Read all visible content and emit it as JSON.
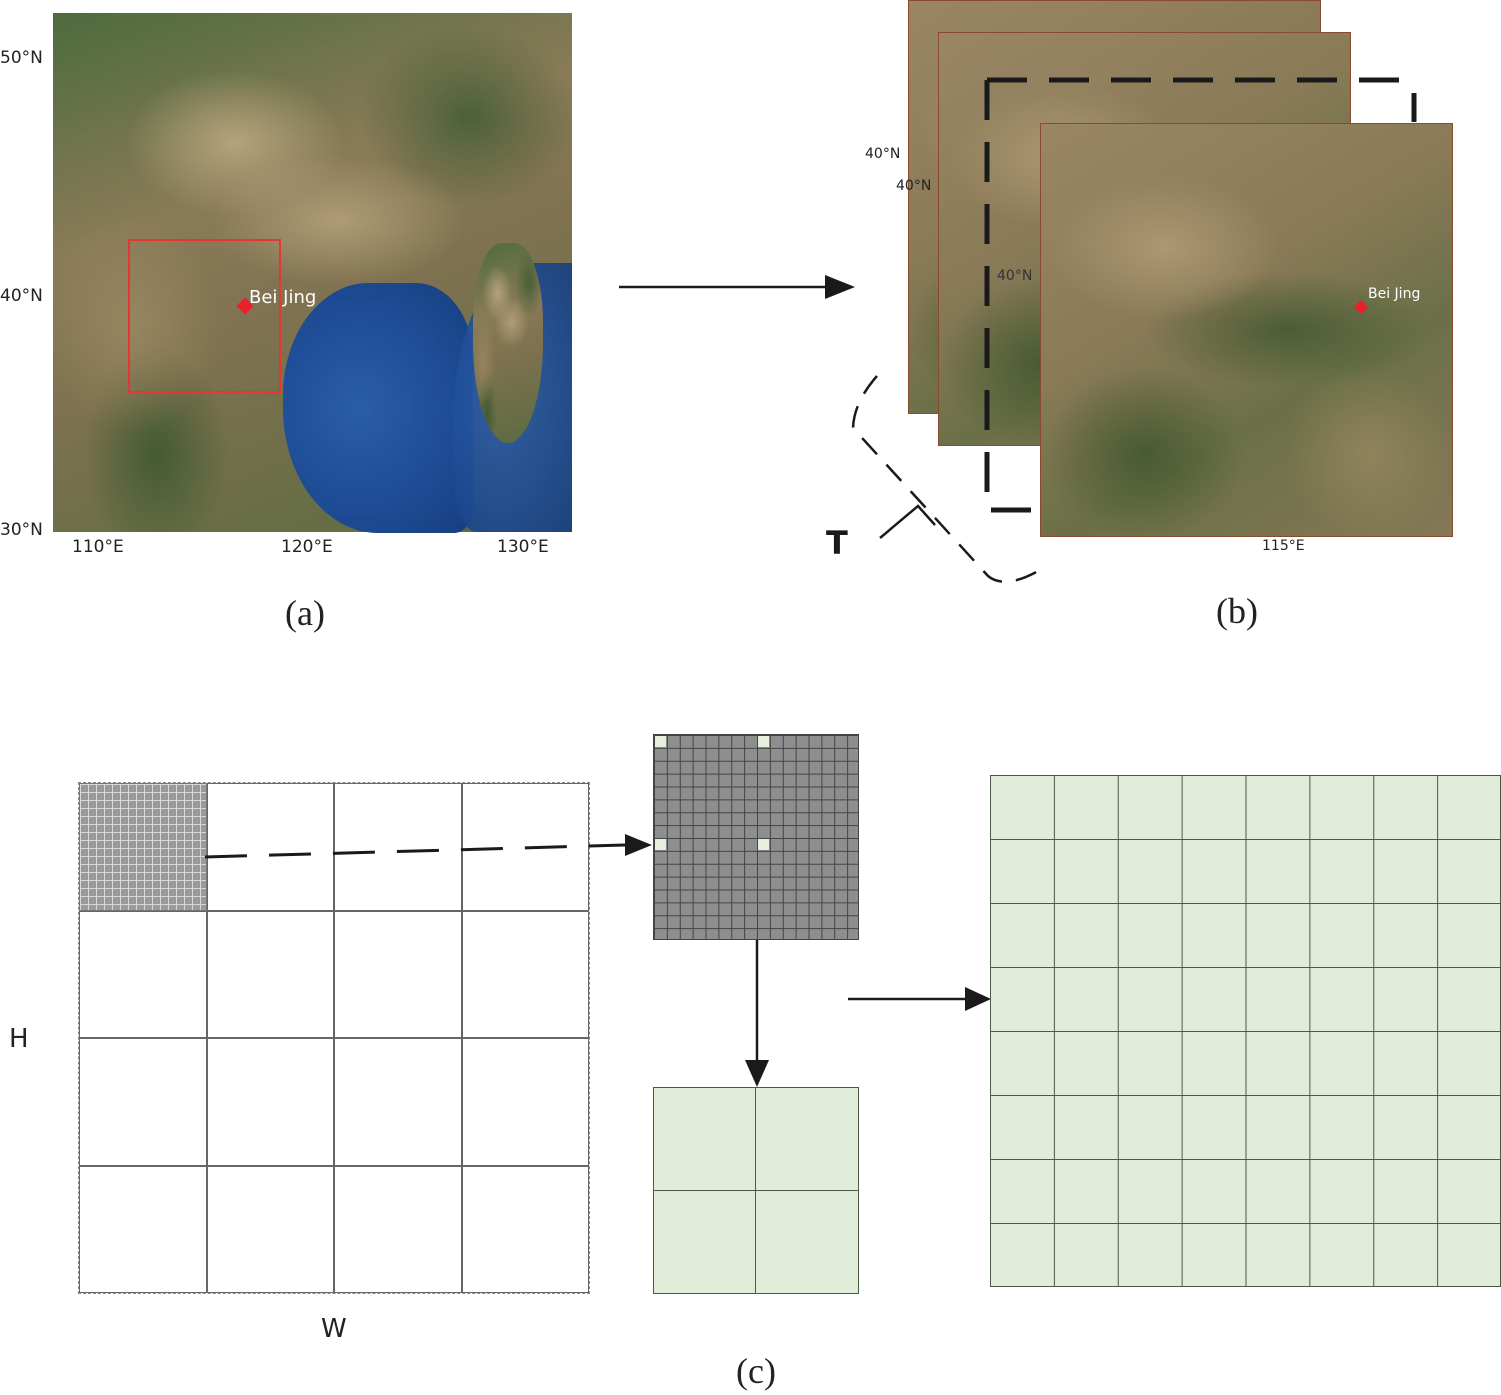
{
  "panel_a": {
    "caption": "(a)",
    "lat_ticks": [
      "50°N",
      "40°N",
      "30°N"
    ],
    "lon_ticks": [
      "110°E",
      "120°E",
      "130°E"
    ],
    "city_label": "Bei Jing",
    "colors": {
      "marker": "#e8202a",
      "highlight_box": "#e53535",
      "sea": "#1d4b94"
    }
  },
  "panel_b": {
    "caption": "(b)",
    "stack_lat_labels": [
      "40°N",
      "40°N",
      "40°N"
    ],
    "lon_tick": "115°E",
    "city_label": "Bei Jing",
    "time_axis_label": "T"
  },
  "panel_c": {
    "caption": "(c)",
    "input_grid": {
      "rows": 4,
      "cols": 4,
      "height_label": "H",
      "width_label": "W",
      "patch_subgrid": 16,
      "patch_color": "#9a9a9a"
    },
    "patch_zoom": {
      "rows": 16,
      "cols": 16,
      "fill": "#8e8e8e",
      "sampled_cells": [
        [
          0,
          0
        ],
        [
          0,
          8
        ],
        [
          8,
          0
        ],
        [
          8,
          8
        ]
      ],
      "sampled_color": "#e6efdc"
    },
    "pooled_patch": {
      "rows": 2,
      "cols": 2,
      "fill": "#e1ecd9"
    },
    "output_grid": {
      "rows": 8,
      "cols": 8,
      "fill": "#e1ecd9"
    }
  }
}
